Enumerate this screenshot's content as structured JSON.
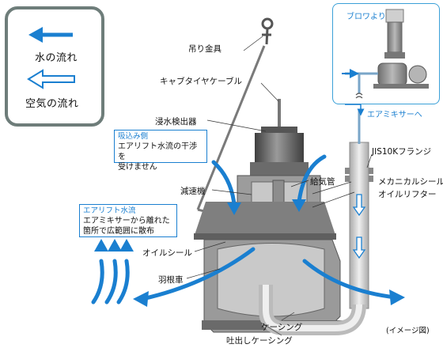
{
  "legend": {
    "water_flow_label": "水の流れ",
    "air_flow_label": "空気の流れ"
  },
  "labels": {
    "lifting_bracket": "吊り金具",
    "cabtire_cable": "キャブタイヤケーブル",
    "water_detector": "浸水検出器",
    "reducer": "減速機",
    "oil_seal": "オイルシール",
    "impeller": "羽根車",
    "casing": "ケーシング",
    "discharge_casing": "吐出しケーシング",
    "air_supply_pipe": "給気管",
    "mechanical_seal": "メカニカルシール",
    "oil_lifter": "オイルリフター",
    "jis_flange": "JIS10Kフランジ",
    "from_blower": "ブロワより",
    "to_air_mixer": "エアミキサーへ",
    "image_note": "(イメージ図)"
  },
  "callouts": {
    "suction_side": {
      "title": "吸込み側",
      "line1": "エアリフト水流の干渉を",
      "line2": "受けません"
    },
    "airlift_flow": {
      "title": "エアリフト水流",
      "line1": "エアミキサーから離れた",
      "line2": "箇所で広範囲に散布"
    }
  },
  "colors": {
    "water_arrow": "#1a7fd0",
    "legend_border": "#6e7d7a",
    "callout_border": "#1a7fd0",
    "pump_body": "#8a8a8a"
  }
}
